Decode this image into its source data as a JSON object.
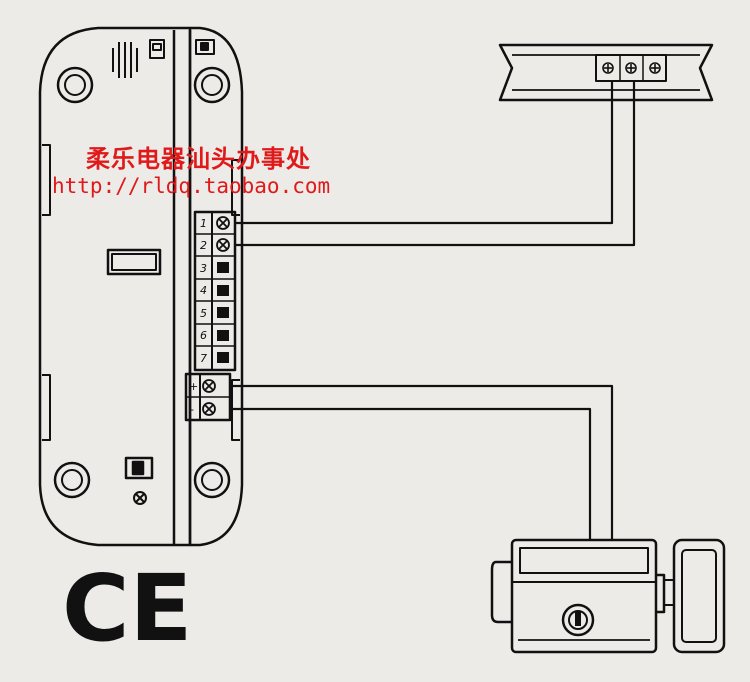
{
  "watermark": {
    "name": "柔乐电器汕头办事处",
    "url": "http://rldq.taobao.com"
  },
  "terminals": [
    "1",
    "2",
    "3",
    "4",
    "5",
    "6",
    "7",
    "+",
    "-"
  ],
  "logo": "CE",
  "colors": {
    "background": "#ecebe8",
    "line": "#111111",
    "watermark": "#e01a1a"
  }
}
